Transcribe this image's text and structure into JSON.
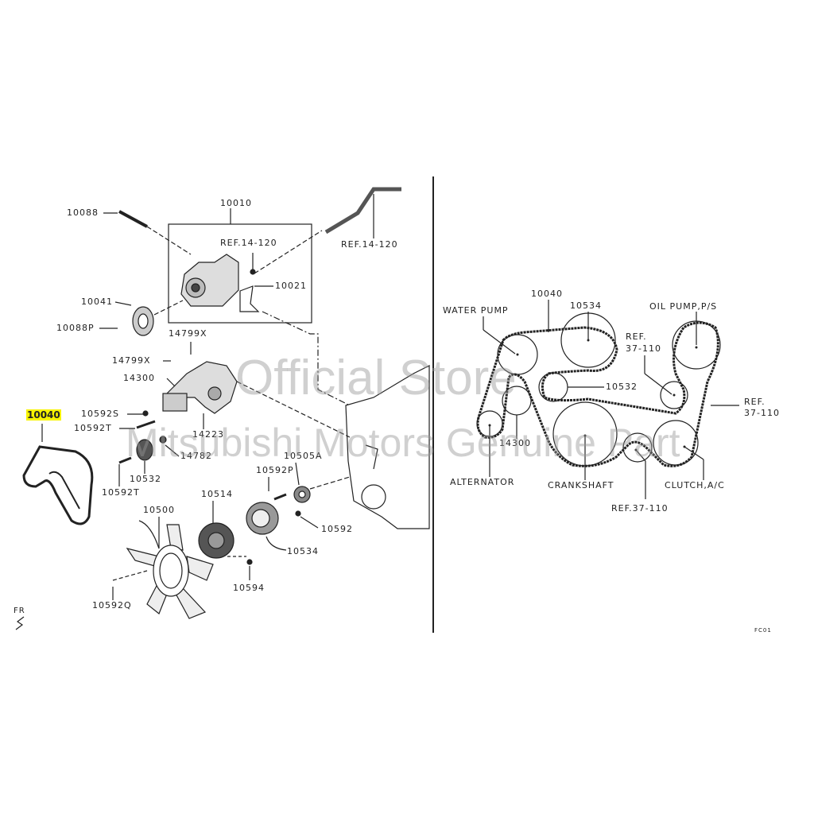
{
  "left": {
    "p10010": "10010",
    "p10088": "10088",
    "ref1": "REF.14-120",
    "ref2": "REF.14-120",
    "p10021": "10021",
    "p10041": "10041",
    "p10088P": "10088P",
    "p14799X_a": "14799X",
    "p14799X_b": "14799X",
    "p14300": "14300",
    "p10592S": "10592S",
    "p10040": "10040",
    "p10592T_a": "10592T",
    "p14223": "14223",
    "p14782": "14782",
    "p10505A": "10505A",
    "p10532": "10532",
    "p10592P": "10592P",
    "p10592T_b": "10592T",
    "p10514": "10514",
    "p10500": "10500",
    "p10592": "10592",
    "p10534": "10534",
    "p10594": "10594",
    "p10592Q": "10592Q",
    "fr": "FR"
  },
  "right": {
    "p10040": "10040",
    "water_pump": "WATER PUMP",
    "p10534": "10534",
    "oil_pump": "OIL PUMP,P/S",
    "ref_a1": "REF.",
    "ref_a2": "37-110",
    "p10532": "10532",
    "ref_b1": "REF.",
    "ref_b2": "37-110",
    "p14300": "14300",
    "alternator": "ALTERNATOR",
    "crankshaft": "CRANKSHAFT",
    "clutch": "CLUTCH,A/C",
    "ref_c": "REF.37-110",
    "code": "FC01"
  },
  "watermark": {
    "line1": "Official Store",
    "line2": "Mitsubishi Motors Genuine Part"
  },
  "colors": {
    "highlight": "#f8f400"
  }
}
